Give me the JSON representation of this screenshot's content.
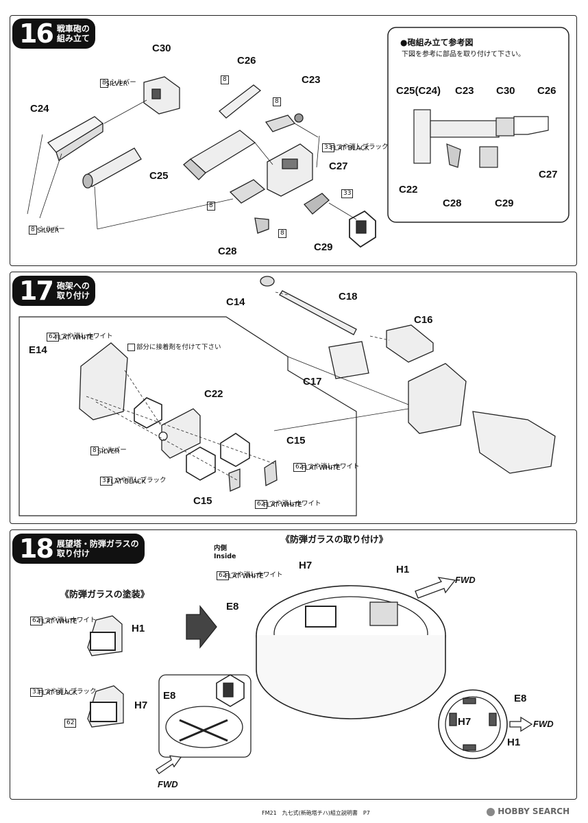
{
  "steps": [
    {
      "num": "16",
      "title": "戦車砲の\n組み立て"
    },
    {
      "num": "17",
      "title": "砲架への\n取り付け"
    },
    {
      "num": "18",
      "title": "展望塔・防弾ガラスの\n取り付け"
    }
  ],
  "step16": {
    "parts": [
      "C30",
      "C26",
      "C23",
      "C24",
      "C25",
      "C27",
      "C28",
      "C29"
    ],
    "paint_silver_code": "8",
    "paint_silver_jp": "シルバー",
    "paint_silver_en": "SILVER",
    "paint_black_code": "33",
    "paint_black_jp": "つや消しブラック",
    "paint_black_en": "FLAT BLACK",
    "ref_title": "●砲組み立て参考図",
    "ref_sub": "下図を参考に部品を取り付けて下さい。",
    "ref_parts": [
      "C25(C24)",
      "C23",
      "C30",
      "C26",
      "C22",
      "C27",
      "C28",
      "C29"
    ]
  },
  "step17": {
    "parts": [
      "C14",
      "C18",
      "C16",
      "C17",
      "E14",
      "C22",
      "C15",
      "C15"
    ],
    "white_code": "62",
    "white_jp": "つや消しホワイト",
    "white_en": "FLAT WHITE",
    "glue_note": "部分に接着剤を付けて下さい",
    "silver_code": "8",
    "silver_jp": "シルバー",
    "silver_en": "SILVER",
    "black_code": "33",
    "black_jp": "つや消しブラック",
    "black_en": "FLAT BLACK"
  },
  "step18": {
    "glass_paint_title": "《防弾ガラスの塗装》",
    "glass_attach_title": "《防弾ガラスの取り付け》",
    "inside_jp": "内側",
    "inside_en": "Inside",
    "white_code": "62",
    "white_jp": "つや消しホワイト",
    "white_en": "FLAT WHITE",
    "black_code": "33",
    "black_jp": "つや消しブラック",
    "black_en": "FLAT BLACK",
    "parts": [
      "H1",
      "H7",
      "E8",
      "H7",
      "H1",
      "E8",
      "E8",
      "H7",
      "H1"
    ],
    "fwd": "FWD"
  },
  "footer": {
    "text": "FM21　九七式(新砲塔チハ)組立説明書　P7",
    "watermark": "HOBBY SEARCH"
  }
}
